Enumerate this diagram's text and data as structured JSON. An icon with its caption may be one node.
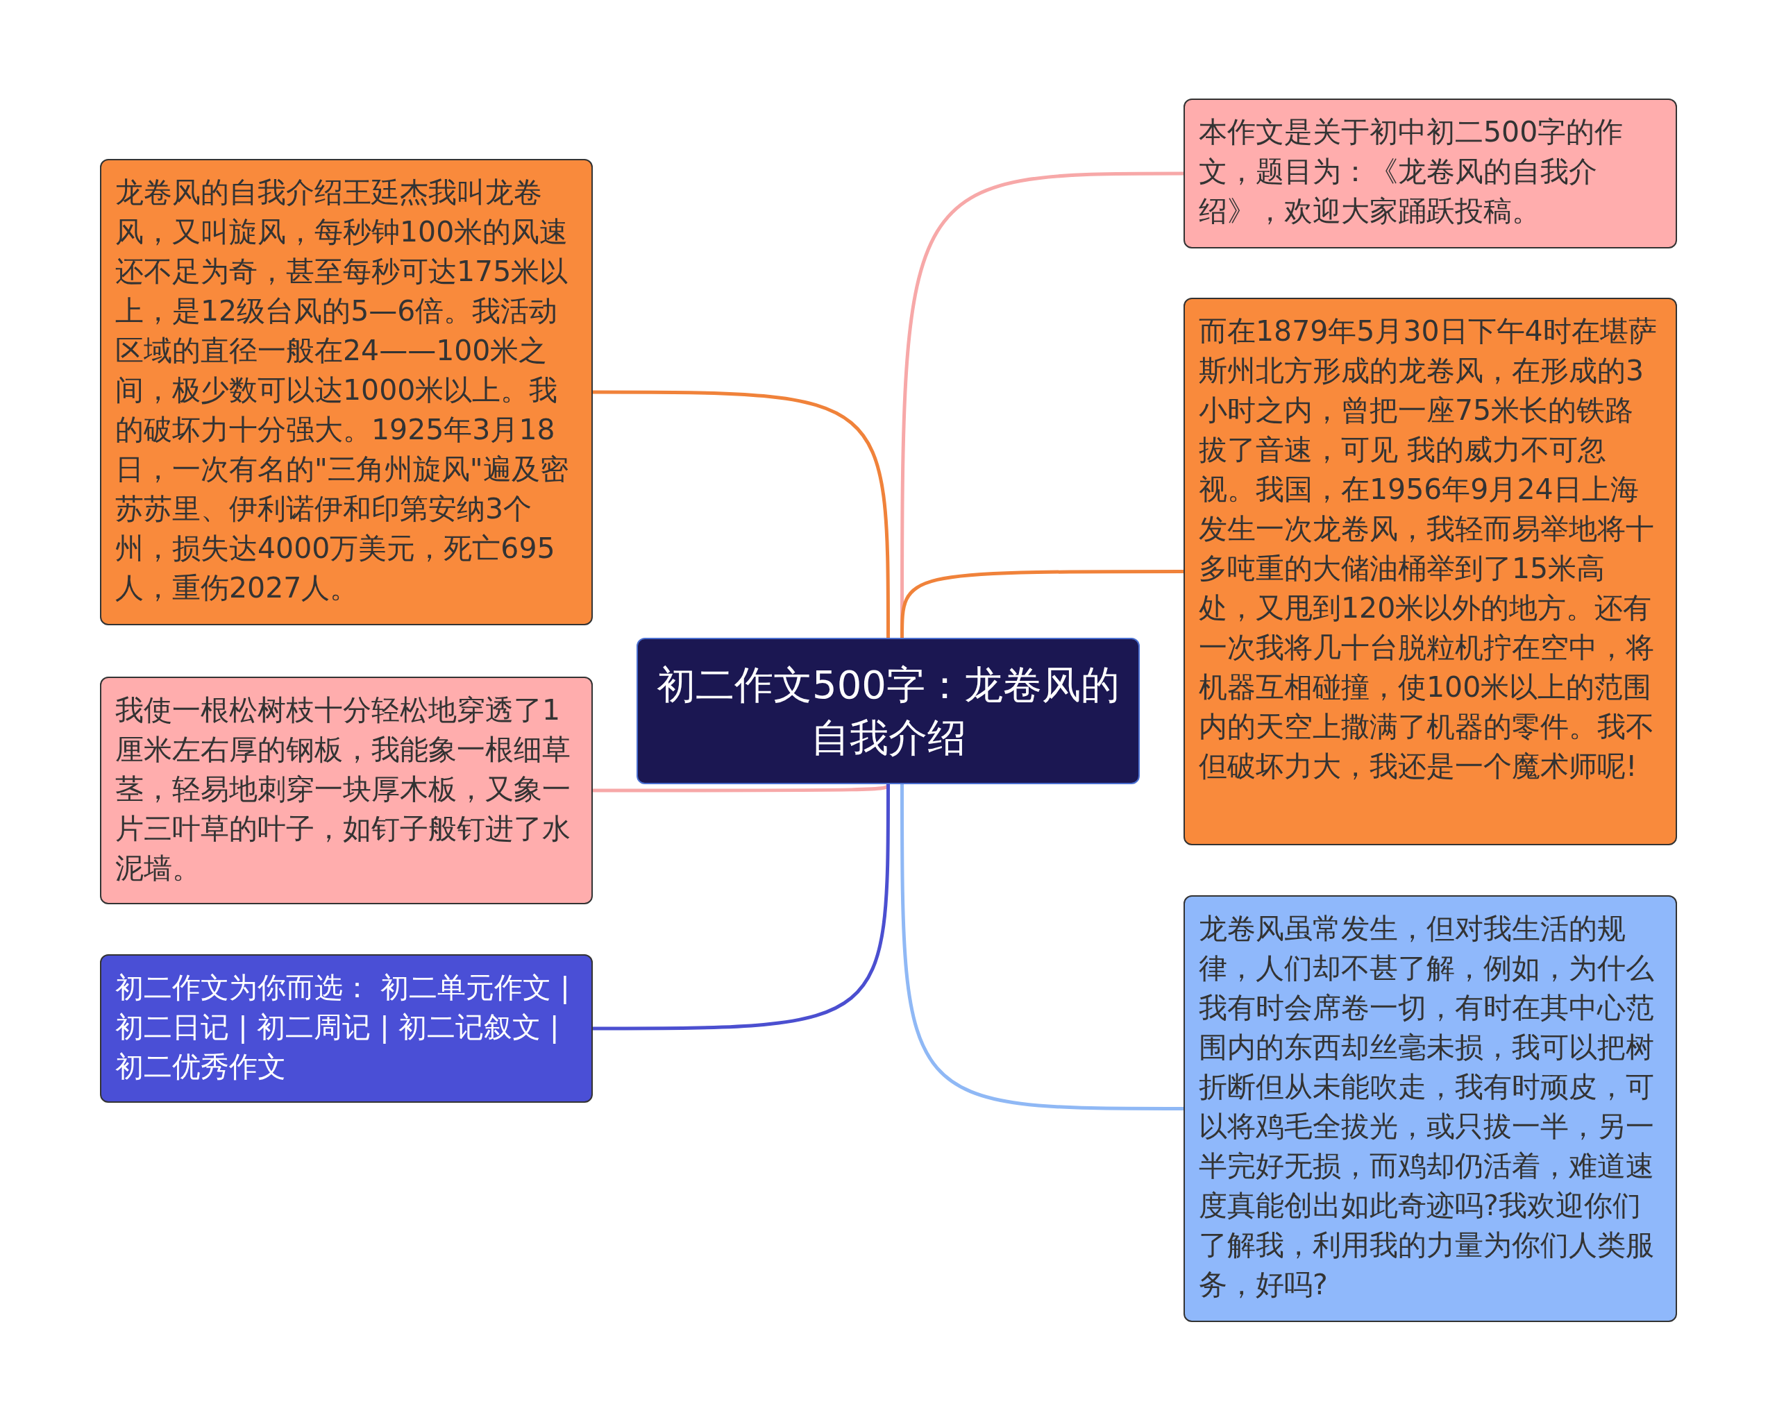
{
  "diagram": {
    "nodes": [
      {
        "text": [
          "初二作文500字：龙卷风的自我介绍"
        ]
      },
      {
        "text": [
          "龙卷风的自我介绍王廷杰我叫龙卷风，又叫旋风，每秒钟100米的风速还不足为奇，甚至每秒可达175米以上，是12级台风的5—6倍。我活动区域的直径一般在24——100米之间，极少数可以达1000米以上。我的破坏力十分强大。1925年3月18日，一次有名的\"三角州旋风\"遍及密苏苏里、伊利诺伊和印第安纳3个州，损失达4000万美元，死亡695人，重伤2027人。"
        ]
      },
      {
        "text": [
          "我使一根松树枝十分轻松地穿透了1厘米左右厚的钢板，我能象一根细草茎，轻易地刺穿一块厚木板，又象一片三叶草的叶子，如钉子般钉进了水泥墙。"
        ]
      },
      {
        "text": [
          "初二作文为你而选： 初二单元作文 | 初二日记 | 初二周记 | 初二记叙文 | 初二优秀作文"
        ]
      },
      {
        "text": [
          "本作文是关于初中初二500字的作文，题目为：《龙卷风的自我介绍》，欢迎大家踊跃投稿。"
        ]
      },
      {
        "text": [
          "而在1879年5月30日下午4时在堪萨斯州北方形成的龙卷风，在形成的3小时之内，曾把一座75米长的铁路拔了音速，可见 我的威力不可忽视。我国，在1956年9月24日上海发生一次龙卷风，我轻而易举地将十多吨重的大储油桶举到了15米高处，又甩到120米以外的地方。还有一次我将几十台脱粒机拧在空中，将机器互相碰撞，使100米以上的范围内的天空上撒满了机器的零件。我不但破坏力大，我还是一个魔术师呢!"
        ]
      },
      {
        "text": [
          "龙卷风虽常发生，但对我生活的规律，人们却不甚了解，例如，为什么我有时会席卷一切，有时在其中心范围内的东西却丝毫未损，我可以把树折断但从未能吹走，我有时顽皮，可以将鸡毛全拔光，或只拔一半，另一半完好无损，而鸡却仍活着，难道速度真能创出如此奇迹吗?我欢迎你们了解我，利用我的力量为你们人类服务，好吗?"
        ]
      }
    ],
    "edges": [
      {
        "from": 0,
        "to": 1,
        "arrow": "none",
        "color": "#f0823a"
      },
      {
        "from": 0,
        "to": 2,
        "arrow": "none",
        "color": "#f7a8a8"
      },
      {
        "from": 0,
        "to": 3,
        "arrow": "none",
        "color": "#4b4fd0"
      },
      {
        "from": 0,
        "to": 4,
        "arrow": "none",
        "color": "#f7a8a8"
      },
      {
        "from": 0,
        "to": 5,
        "arrow": "none",
        "color": "#f0823a"
      },
      {
        "from": 0,
        "to": 6,
        "arrow": "none",
        "color": "#8fb8f5"
      }
    ]
  }
}
